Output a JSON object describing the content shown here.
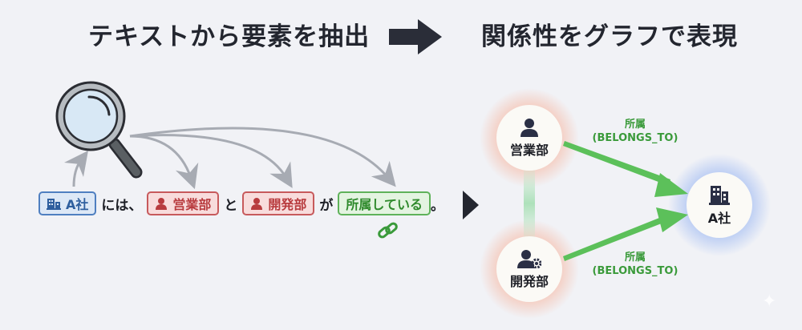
{
  "header": {
    "left_title": "テキストから要素を抽出",
    "right_title": "関係性をグラフで表現",
    "arrow_icon": "right-arrow-icon"
  },
  "extraction": {
    "magnifier_icon": "magnifier-icon",
    "sentence": {
      "entity_company": "A社",
      "particle_1": "には、",
      "entity_sales": "営業部",
      "particle_2": "と",
      "entity_dev": "開発部",
      "particle_3": "が",
      "relation": "所属している",
      "period": "。"
    },
    "link_icon": "chain-link-icon"
  },
  "graph": {
    "nodes": [
      {
        "id": "sales",
        "label": "営業部",
        "icon": "person-icon"
      },
      {
        "id": "dev",
        "label": "開発部",
        "icon": "person-gear-icon"
      },
      {
        "id": "company",
        "label": "A社",
        "icon": "building-icon"
      }
    ],
    "edges": [
      {
        "from": "sales",
        "to": "company",
        "label": "所属",
        "type": "(BELONGS_TO)"
      },
      {
        "from": "dev",
        "to": "company",
        "label": "所属",
        "type": "(BELONGS_TO)"
      }
    ]
  },
  "colors": {
    "company": "#4f7fc0",
    "department": "#c75a5c",
    "relation": "#5fb25a",
    "text": "#23262f",
    "background": "#f1f2f6"
  }
}
